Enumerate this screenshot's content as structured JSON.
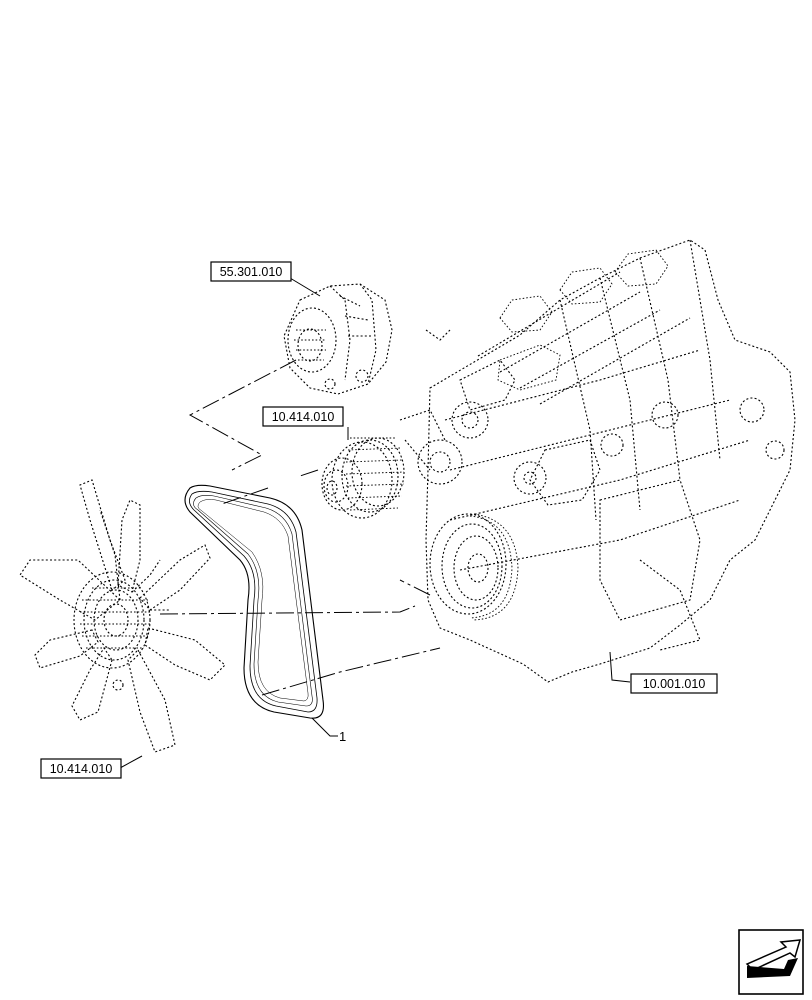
{
  "labels": {
    "alternator": "55.301.010",
    "pulley": "10.414.010",
    "engine": "10.001.010",
    "fan": "10.414.010"
  },
  "item_number": "1",
  "nav_icon": "next-page-arrow-icon"
}
